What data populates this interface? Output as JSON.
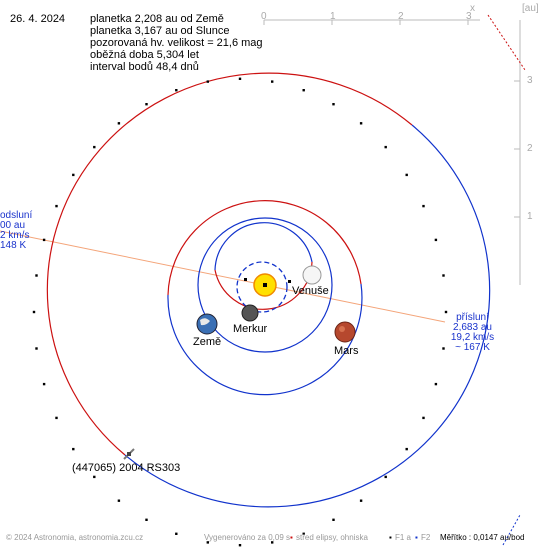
{
  "date": "26. 4. 2024",
  "info": {
    "line1": "planetka 2,208 au od Země",
    "line2": "planetka 3,167 au od Slunce",
    "line3": "pozorovaná hv. velikost = 21,6 mag",
    "line4": "oběžná doba 5,304 let",
    "line5": "interval bodů 48,4 dnů"
  },
  "axes": {
    "x_label": "x",
    "unit": "[au]",
    "x_ticks": [
      "0",
      "1",
      "2",
      "3"
    ],
    "y_ticks": [
      "3",
      "2",
      "1"
    ]
  },
  "planets": {
    "venus": "Venuše",
    "mercury": "Merkur",
    "earth": "Země",
    "mars": "Mars"
  },
  "asteroid_label": "(447065) 2004 RS303",
  "aphelion": {
    "title": "odsluní",
    "dist": "00 au",
    "speed": "2 km/s",
    "temp": "148 K"
  },
  "perihelion": {
    "title": "přísluní",
    "dist": "2,683 au",
    "speed": "19,2 km/s",
    "temp": "~ 167 K"
  },
  "footer": {
    "copyright": "© 2024 Astronomia, astronomia.zcu.cz",
    "generated": "Vygenerováno za 0,09 s",
    "center": "střed elipsy, ohniska",
    "f1": "F1 a",
    "f2": "F2",
    "scale": "Měřítko : 0,0147 au/bod"
  },
  "colors": {
    "orbit_red": "#cc1111",
    "orbit_blue": "#1133cc",
    "apsides_line": "#f4a57a",
    "axis_gray": "#bbbbbb"
  }
}
